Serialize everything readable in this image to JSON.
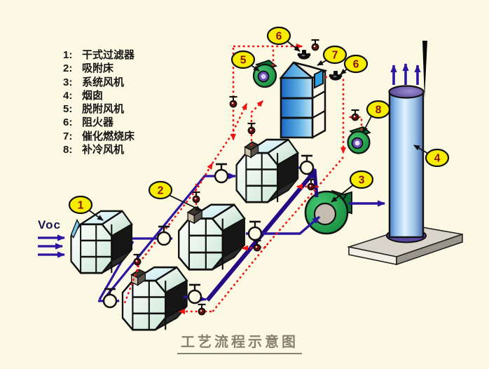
{
  "title": {
    "text": "工艺流程示意图"
  },
  "input": {
    "label": "Voc"
  },
  "legend": {
    "items": [
      {
        "num": "1:",
        "label": "干式过滤器"
      },
      {
        "num": "2:",
        "label": "吸附床"
      },
      {
        "num": "3:",
        "label": "系统风机"
      },
      {
        "num": "4:",
        "label": "烟囱"
      },
      {
        "num": "5:",
        "label": "脱附风机"
      },
      {
        "num": "6:",
        "label": "阻火器"
      },
      {
        "num": "7:",
        "label": "催化燃烧床"
      },
      {
        "num": "8:",
        "label": "补冷风机"
      }
    ]
  },
  "callouts": {
    "c1": "1",
    "c2": "2",
    "c3": "3",
    "c4": "4",
    "c5": "5",
    "c6": "6",
    "c7": "7",
    "c8": "8"
  },
  "colors": {
    "background": "#fbf8e3",
    "pipe_blue": "#2a16a0",
    "flow_red": "#ee1414",
    "label_yellow": "#f6ec00",
    "label_number_red": "#8f0f0f",
    "fan_green": "#18a048",
    "tower_blue": "#2f9fe0",
    "title_gray": "#8a8070"
  }
}
